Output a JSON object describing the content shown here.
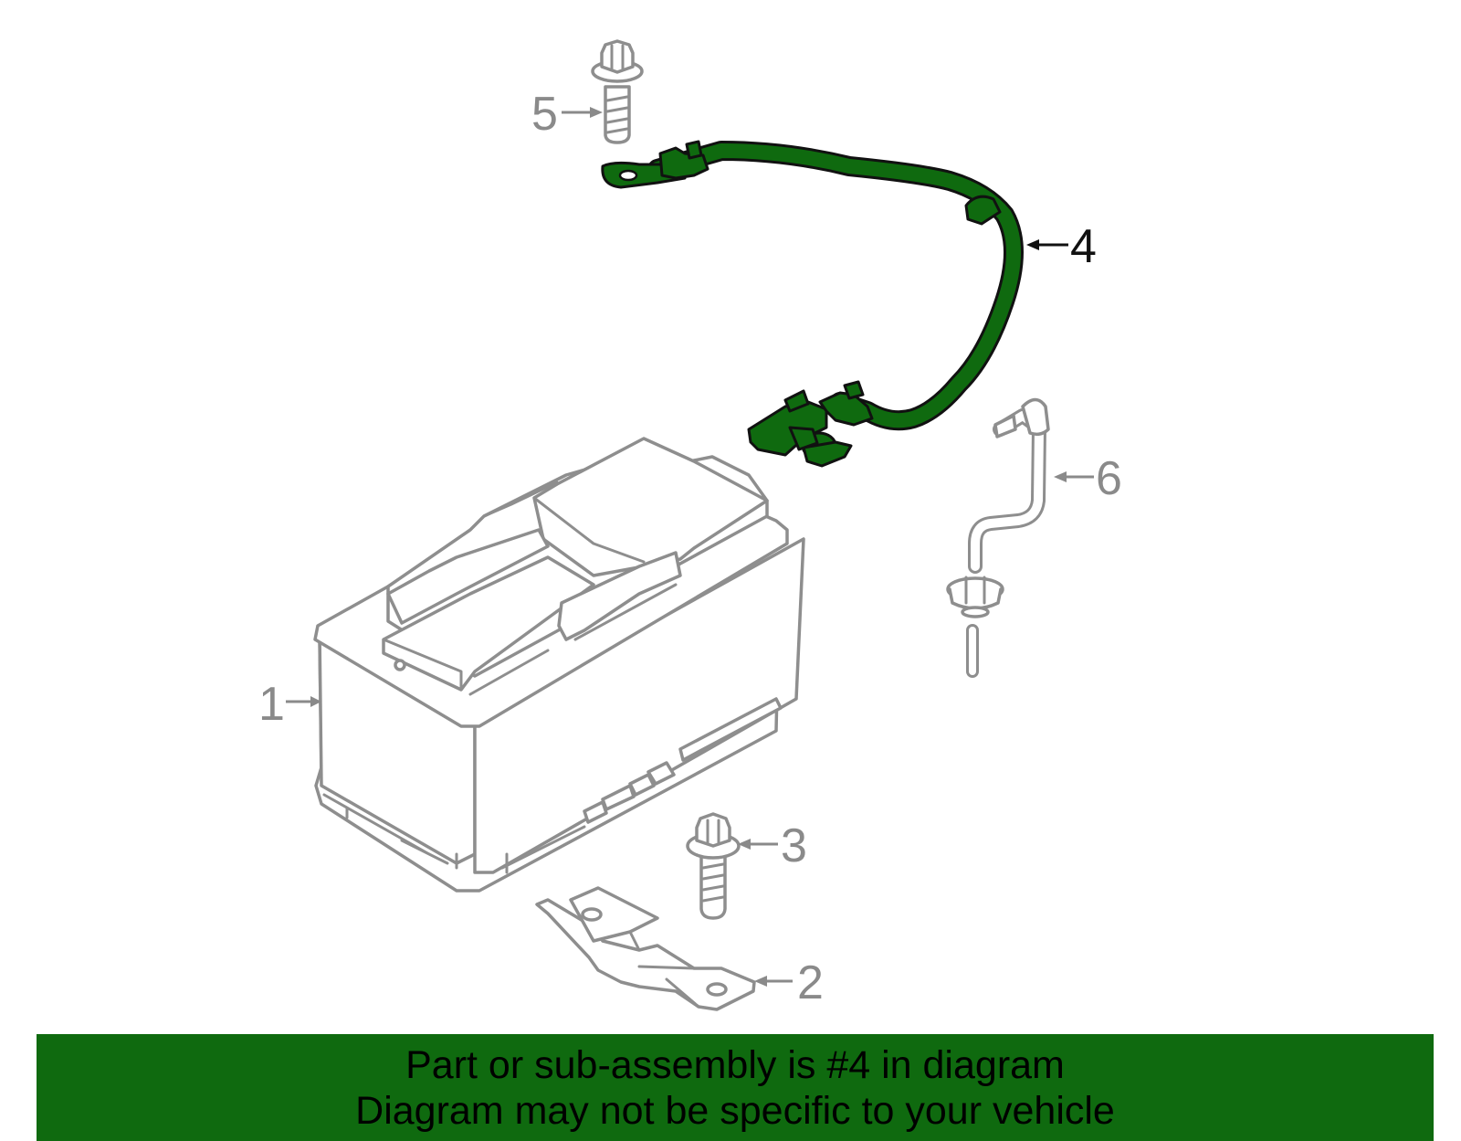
{
  "callouts": [
    {
      "id": "1",
      "label": "1"
    },
    {
      "id": "2",
      "label": "2"
    },
    {
      "id": "3",
      "label": "3"
    },
    {
      "id": "4",
      "label": "4"
    },
    {
      "id": "5",
      "label": "5"
    },
    {
      "id": "6",
      "label": "6"
    }
  ],
  "highlighted_part": "4",
  "colors": {
    "highlight": "#0f6a0f",
    "banner": "#0f6a0f",
    "line_art": "#8e8e8e",
    "callout_highlight": "#111111"
  },
  "banner": {
    "line1": "Part or sub-assembly is #4 in diagram",
    "line2": "Diagram may not be specific to your vehicle"
  }
}
